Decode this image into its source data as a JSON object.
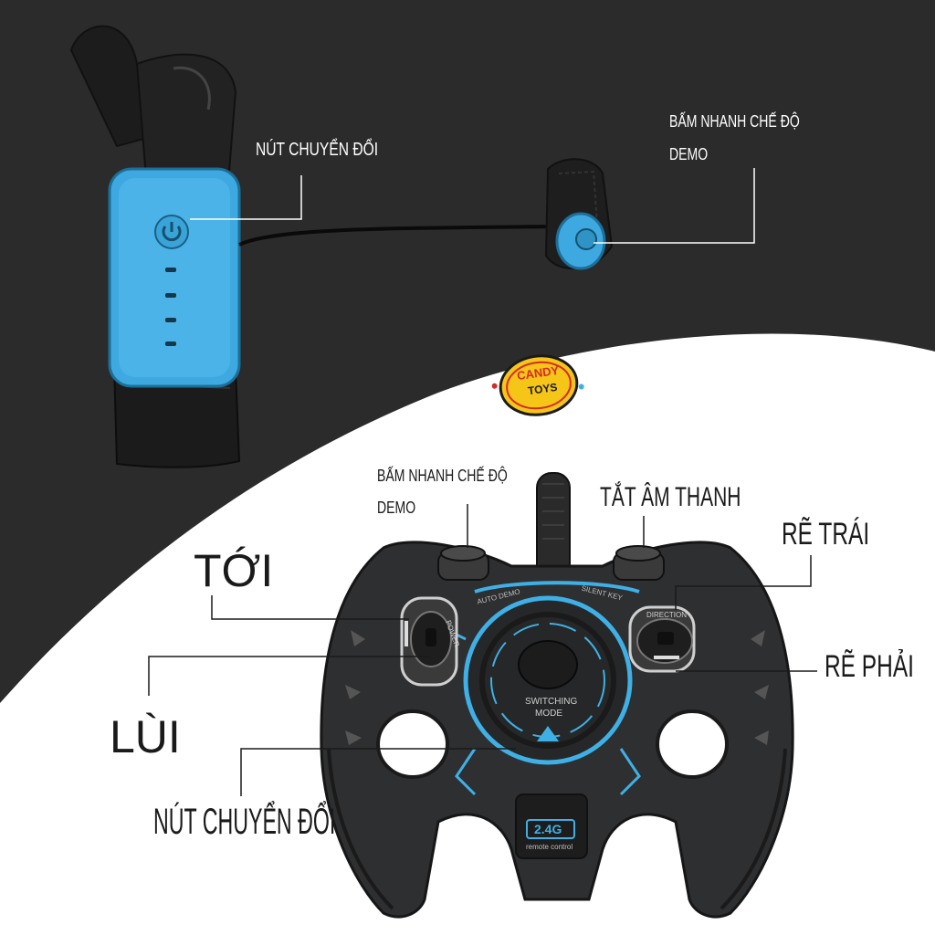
{
  "wrist_labels": {
    "switch_button": "NÚT CHUYỂN ĐỔI",
    "demo_line1": "BẤM NHANH CHẾ ĐỘ",
    "demo_line2": "DEMO"
  },
  "logo": {
    "line1": "CANDY",
    "line2": "TOYS"
  },
  "remote_labels": {
    "demo_line1": "BẤM NHANH CHẾ ĐỘ",
    "demo_line2": "DEMO",
    "mute": "TẮT ÂM THANH",
    "turn_left": "RẼ TRÁI",
    "forward": "TỚI",
    "turn_right": "RẼ PHẢI",
    "backward": "LÙI",
    "switch_button": "NÚT CHUYỂN ĐỔI"
  },
  "remote_printed": {
    "switching_mode_line1": "SWITCHING",
    "switching_mode_line2": "MODE",
    "auto_demo": "AUTO DEMO",
    "silent_key": "SILENT KEY",
    "direction": "DIRECTION",
    "power": "POWER",
    "freq": "2.4G",
    "remote_control": "remote control"
  },
  "colors": {
    "dark_bg": "#2b2b2b",
    "wrist_blue": "#3da9e0",
    "remote_body": "#2e2f31",
    "accent_blue": "#3fb0e6",
    "logo_yellow": "#f5c518",
    "logo_red": "#d42a2a"
  }
}
